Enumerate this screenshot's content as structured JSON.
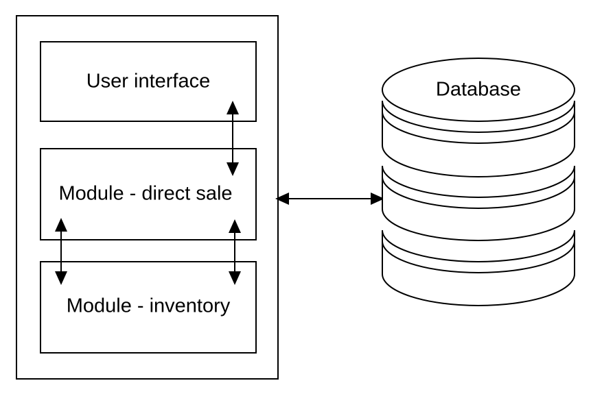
{
  "components": {
    "user_interface": "User interface",
    "module_direct_sale": "Module - direct sale",
    "module_inventory": "Module - inventory",
    "database": "Database"
  }
}
